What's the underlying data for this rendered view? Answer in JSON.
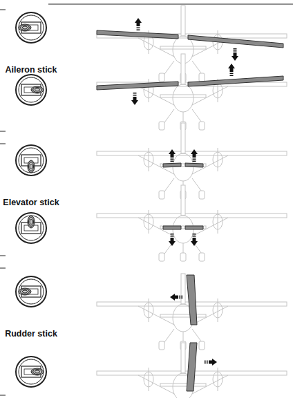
{
  "diagram": {
    "labels": [
      "Aileron stick",
      "Elevator stick",
      "Rudder stick"
    ]
  }
}
